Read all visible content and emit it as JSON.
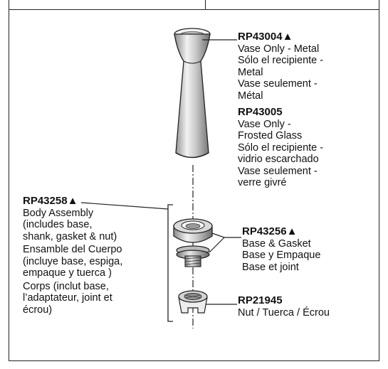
{
  "parts": [
    {
      "id": "vase-metal",
      "part_number": "RP43004",
      "marker": "▲",
      "lines": [
        "Vase Only - Metal",
        "Sólo el recipiente -",
        "Metal",
        "Vase seulement -",
        "Métal"
      ]
    },
    {
      "id": "vase-glass",
      "part_number": "RP43005",
      "marker": "",
      "lines": [
        "Vase Only -",
        "Frosted Glass",
        "Sólo el recipiente -",
        "vidrio escarchado",
        "Vase seulement -",
        "verre givré"
      ]
    },
    {
      "id": "body-assembly",
      "part_number": "RP43258",
      "marker": "▲",
      "lines": [
        "Body Assembly",
        "(includes base,",
        "shank, gasket & nut)",
        "Ensamble del Cuerpo",
        "(incluye base, espiga,",
        "empaque y tuerca )",
        "Corps (inclut base,",
        "l’adaptateur, joint et",
        "écrou)"
      ]
    },
    {
      "id": "base-gasket",
      "part_number": "RP43256",
      "marker": "▲",
      "lines": [
        "Base & Gasket",
        "Base y Empaque",
        "Base et joint"
      ]
    },
    {
      "id": "nut",
      "part_number": "RP21945",
      "marker": "",
      "lines": [
        "Nut / Tuerca / Écrou"
      ]
    }
  ],
  "colors": {
    "line": "#222222",
    "metal_light": "#e6e6e6",
    "metal_mid": "#b3b3b3",
    "metal_dark": "#7a7a7a"
  }
}
